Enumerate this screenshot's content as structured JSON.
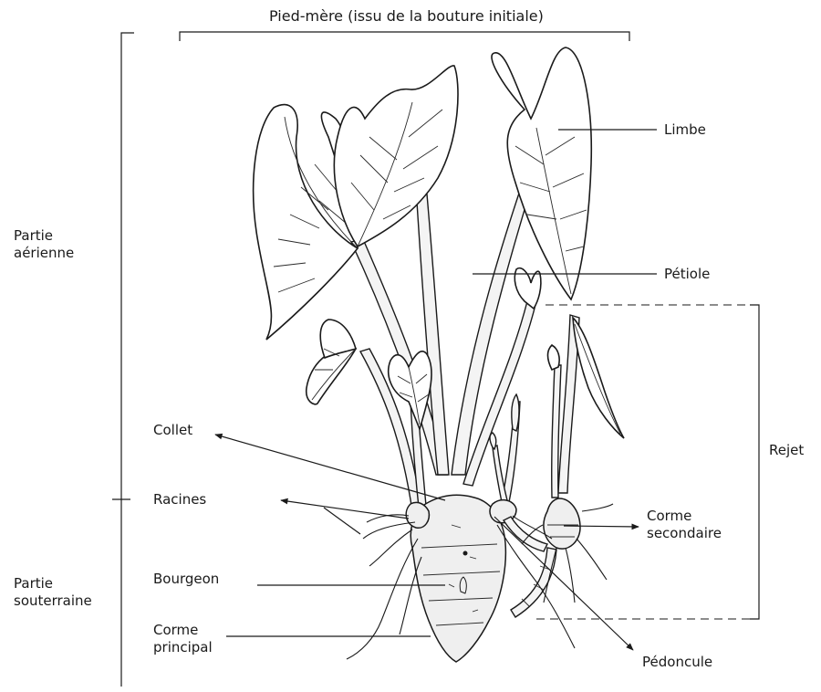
{
  "labels": {
    "pied_mere": "Pied-mère (issu de la bouture initiale)",
    "partie_aerienne": "Partie aérienne",
    "partie_souterraine": "Partie souterraine",
    "limbe": "Limbe",
    "petiole": "Pétiole",
    "rejet": "Rejet",
    "collet": "Collet",
    "racines": "Racines",
    "corme_secondaire": "Corme secondaire",
    "bourgeon": "Bourgeon",
    "corme_principal": "Corme principal",
    "pedoncule": "Pédoncule"
  },
  "colors": {
    "ink": "#1a1a1a",
    "background": "#ffffff"
  }
}
